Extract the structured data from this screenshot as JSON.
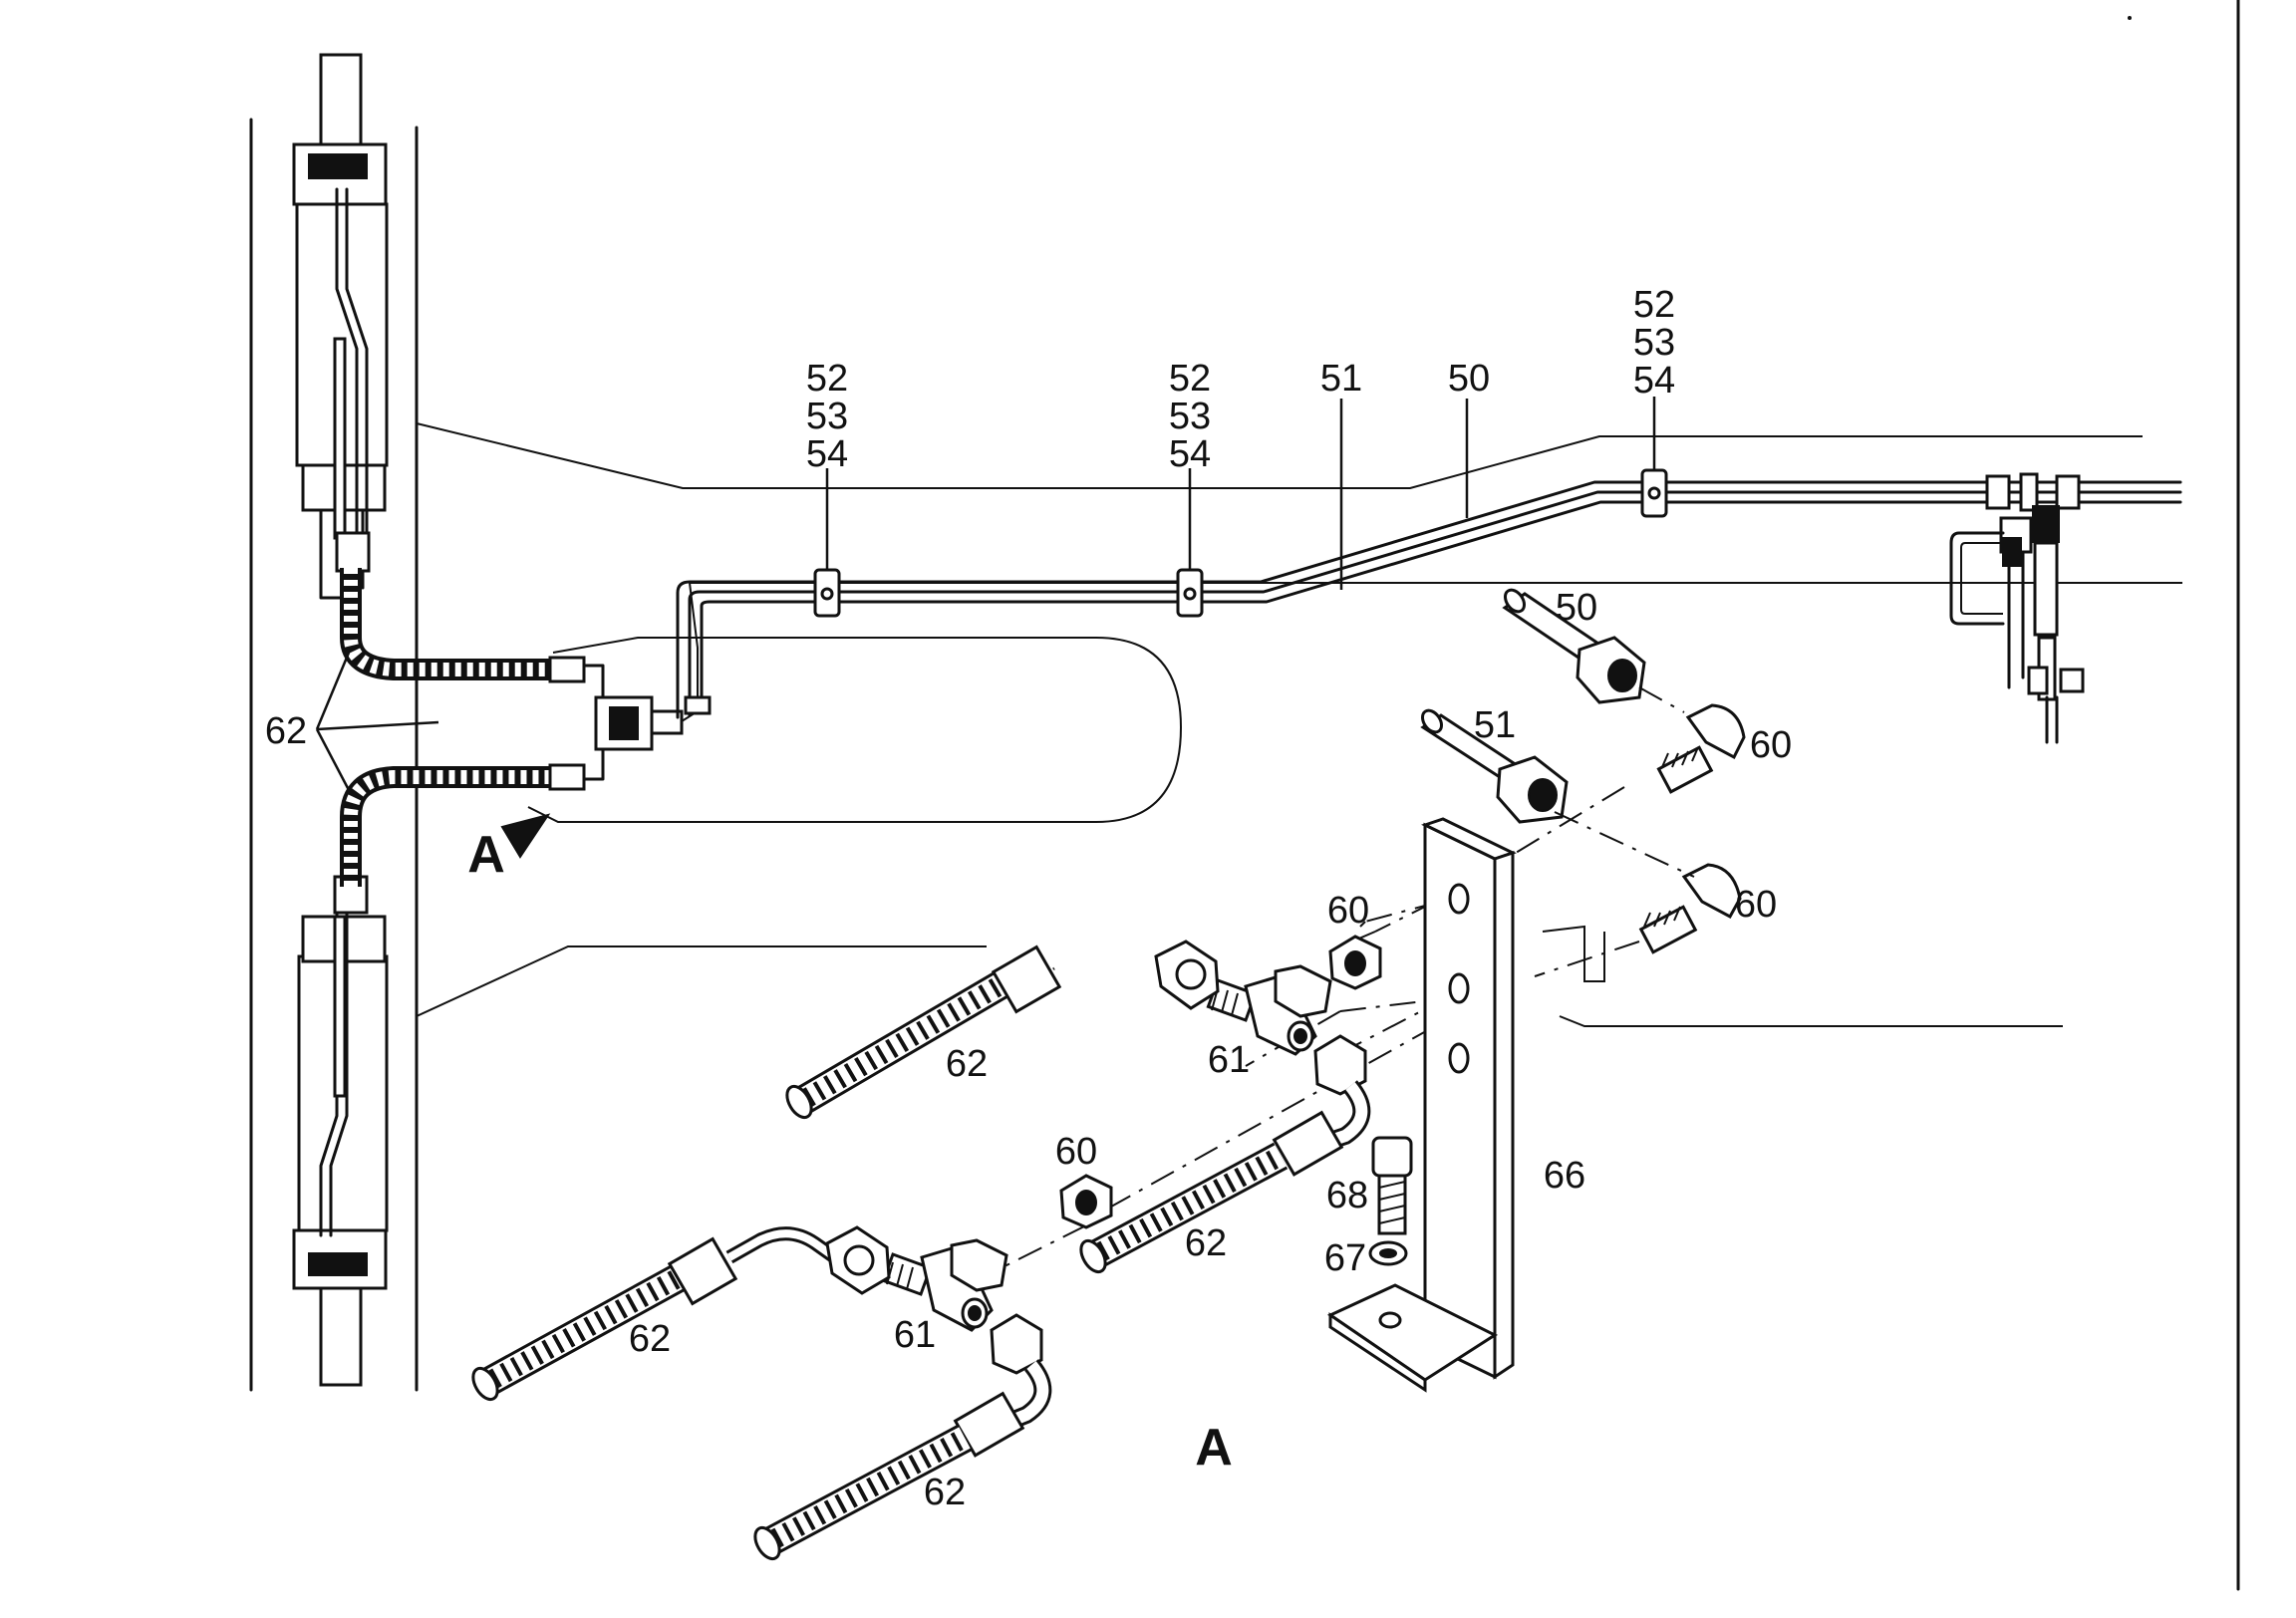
{
  "callouts": {
    "clamp_group_1": [
      "52",
      "53",
      "54"
    ],
    "clamp_group_2": [
      "52",
      "53",
      "54"
    ],
    "clamp_group_3": [
      "52",
      "53",
      "54"
    ],
    "pipe_51_main": "51",
    "pipe_50_main": "50",
    "hose_62_main": "62",
    "pipe_50_detail": "50",
    "pipe_51_detail": "51",
    "elbow_60_upper": "60",
    "elbow_60_lower": "60",
    "nut_60_upper": "60",
    "tee_61_upper": "61",
    "hose_62_upper_left": "62",
    "hose_62_upper_right": "62",
    "nut_60_lower": "60",
    "bolt_68": "68",
    "bracket_66": "66",
    "washer_67": "67",
    "tee_61_lower": "61",
    "hose_62_lower_left": "62",
    "hose_62_lower_bottom": "62"
  },
  "view_marker": "A",
  "detail_title": "A"
}
